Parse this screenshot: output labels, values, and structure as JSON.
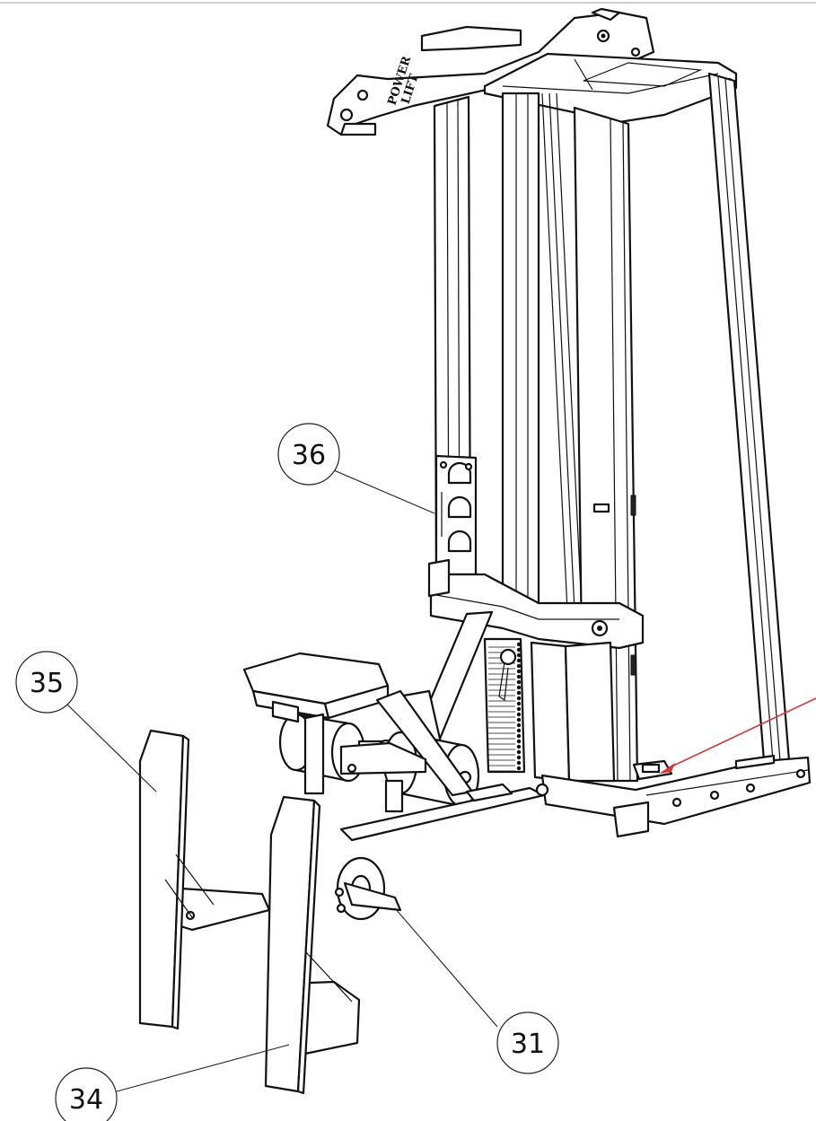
{
  "logo": {
    "line1": "POWER",
    "line2": "LIFT"
  },
  "callouts": [
    {
      "id": "callout-36",
      "label": "36"
    },
    {
      "id": "callout-35",
      "label": "35"
    },
    {
      "id": "callout-34",
      "label": "34"
    },
    {
      "id": "callout-31",
      "label": "31"
    }
  ],
  "colors": {
    "line": "#111111",
    "arrow": "#e03030",
    "background": "#ffffff"
  }
}
